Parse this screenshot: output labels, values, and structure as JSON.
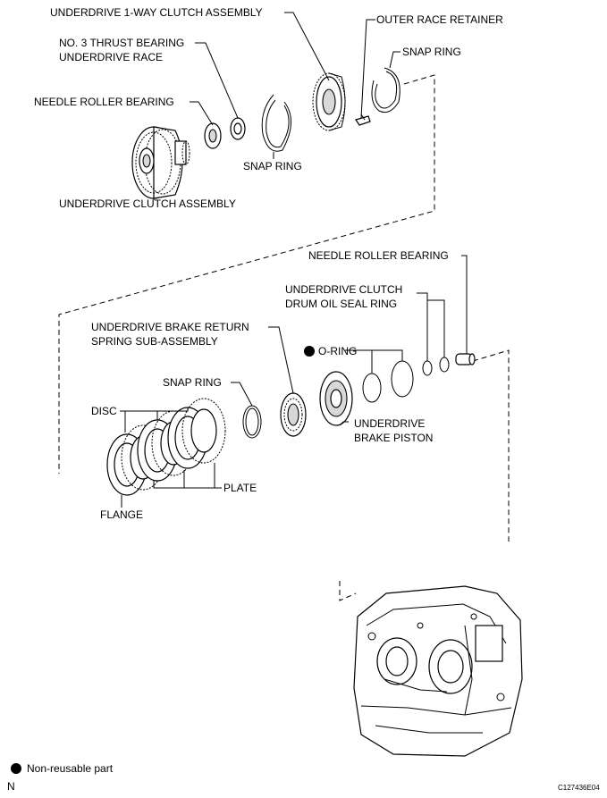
{
  "labels": {
    "underdrive_1way_clutch": "UNDERDRIVE 1-WAY CLUTCH ASSEMBLY",
    "outer_race_retainer": "OUTER RACE RETAINER",
    "no3_thrust_l1": "NO. 3 THRUST BEARING",
    "no3_thrust_l2": "UNDERDRIVE RACE",
    "snap_ring_top_right": "SNAP RING",
    "needle_roller_bearing_top": "NEEDLE ROLLER BEARING",
    "snap_ring_top_mid": "SNAP RING",
    "underdrive_clutch_assembly": "UNDERDRIVE CLUTCH ASSEMBLY",
    "needle_roller_bearing_mid": "NEEDLE ROLLER BEARING",
    "ud_clutch_drum_l1": "UNDERDRIVE CLUTCH",
    "ud_clutch_drum_l2": "DRUM OIL SEAL RING",
    "ud_brake_return_l1": "UNDERDRIVE BRAKE RETURN",
    "ud_brake_return_l2": "SPRING SUB-ASSEMBLY",
    "o_ring": "O-RING",
    "snap_ring_mid": "SNAP RING",
    "disc": "DISC",
    "ud_brake_piston_l1": "UNDERDRIVE",
    "ud_brake_piston_l2": "BRAKE PISTON",
    "plate": "PLATE",
    "flange": "FLANGE"
  },
  "legend": {
    "non_reusable": "Non-reusable part"
  },
  "footer": {
    "north": "N",
    "figure_code": "C127436E04"
  }
}
